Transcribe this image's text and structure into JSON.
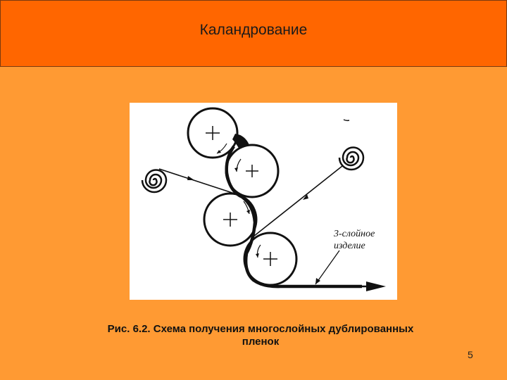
{
  "slide": {
    "title": "Каландрование",
    "page_number": "5"
  },
  "figure": {
    "product_label_line1": "3-слойное",
    "product_label_line2": "изделие"
  },
  "caption": {
    "line1_prefix": "Рис. 6.2. ",
    "line1_rest": "Схема получения многослойных дублированных",
    "line2": "пленок"
  }
}
